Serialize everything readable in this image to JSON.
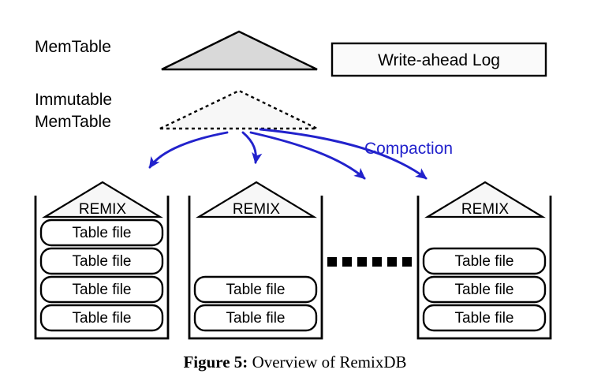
{
  "figure": {
    "caption_label": "Figure 5:",
    "caption_text": " Overview of RemixDB"
  },
  "labels": {
    "memtable": "MemTable",
    "immutable_line1": "Immutable",
    "immutable_line2": "MemTable",
    "wal": "Write-ahead Log",
    "compaction": "Compaction",
    "remix": "REMIX",
    "table_file": "Table file",
    "ellipsis": "......"
  },
  "colors": {
    "stroke": "#000000",
    "memtable_fill": "#d9d9d9",
    "immutable_fill": "#f7f7f7",
    "wal_fill": "#fafafa",
    "remix_fill": "#f7f7f7",
    "tablefile_fill": "#ffffff",
    "arrow_blue": "#2222cc",
    "background": "#ffffff"
  },
  "levels": [
    {
      "name": "level-container-1",
      "remix_label": "REMIX",
      "table_files": [
        "Table file",
        "Table file",
        "Table file",
        "Table file"
      ]
    },
    {
      "name": "level-container-2",
      "remix_label": "REMIX",
      "table_files": [
        "Table file",
        "Table file"
      ]
    },
    {
      "name": "level-container-3",
      "remix_label": "REMIX",
      "table_files": [
        "Table file",
        "Table file",
        "Table file"
      ]
    }
  ],
  "arrows": {
    "count": 4,
    "label": "Compaction",
    "color": "#2222cc"
  },
  "ellipsis_dots": 6
}
